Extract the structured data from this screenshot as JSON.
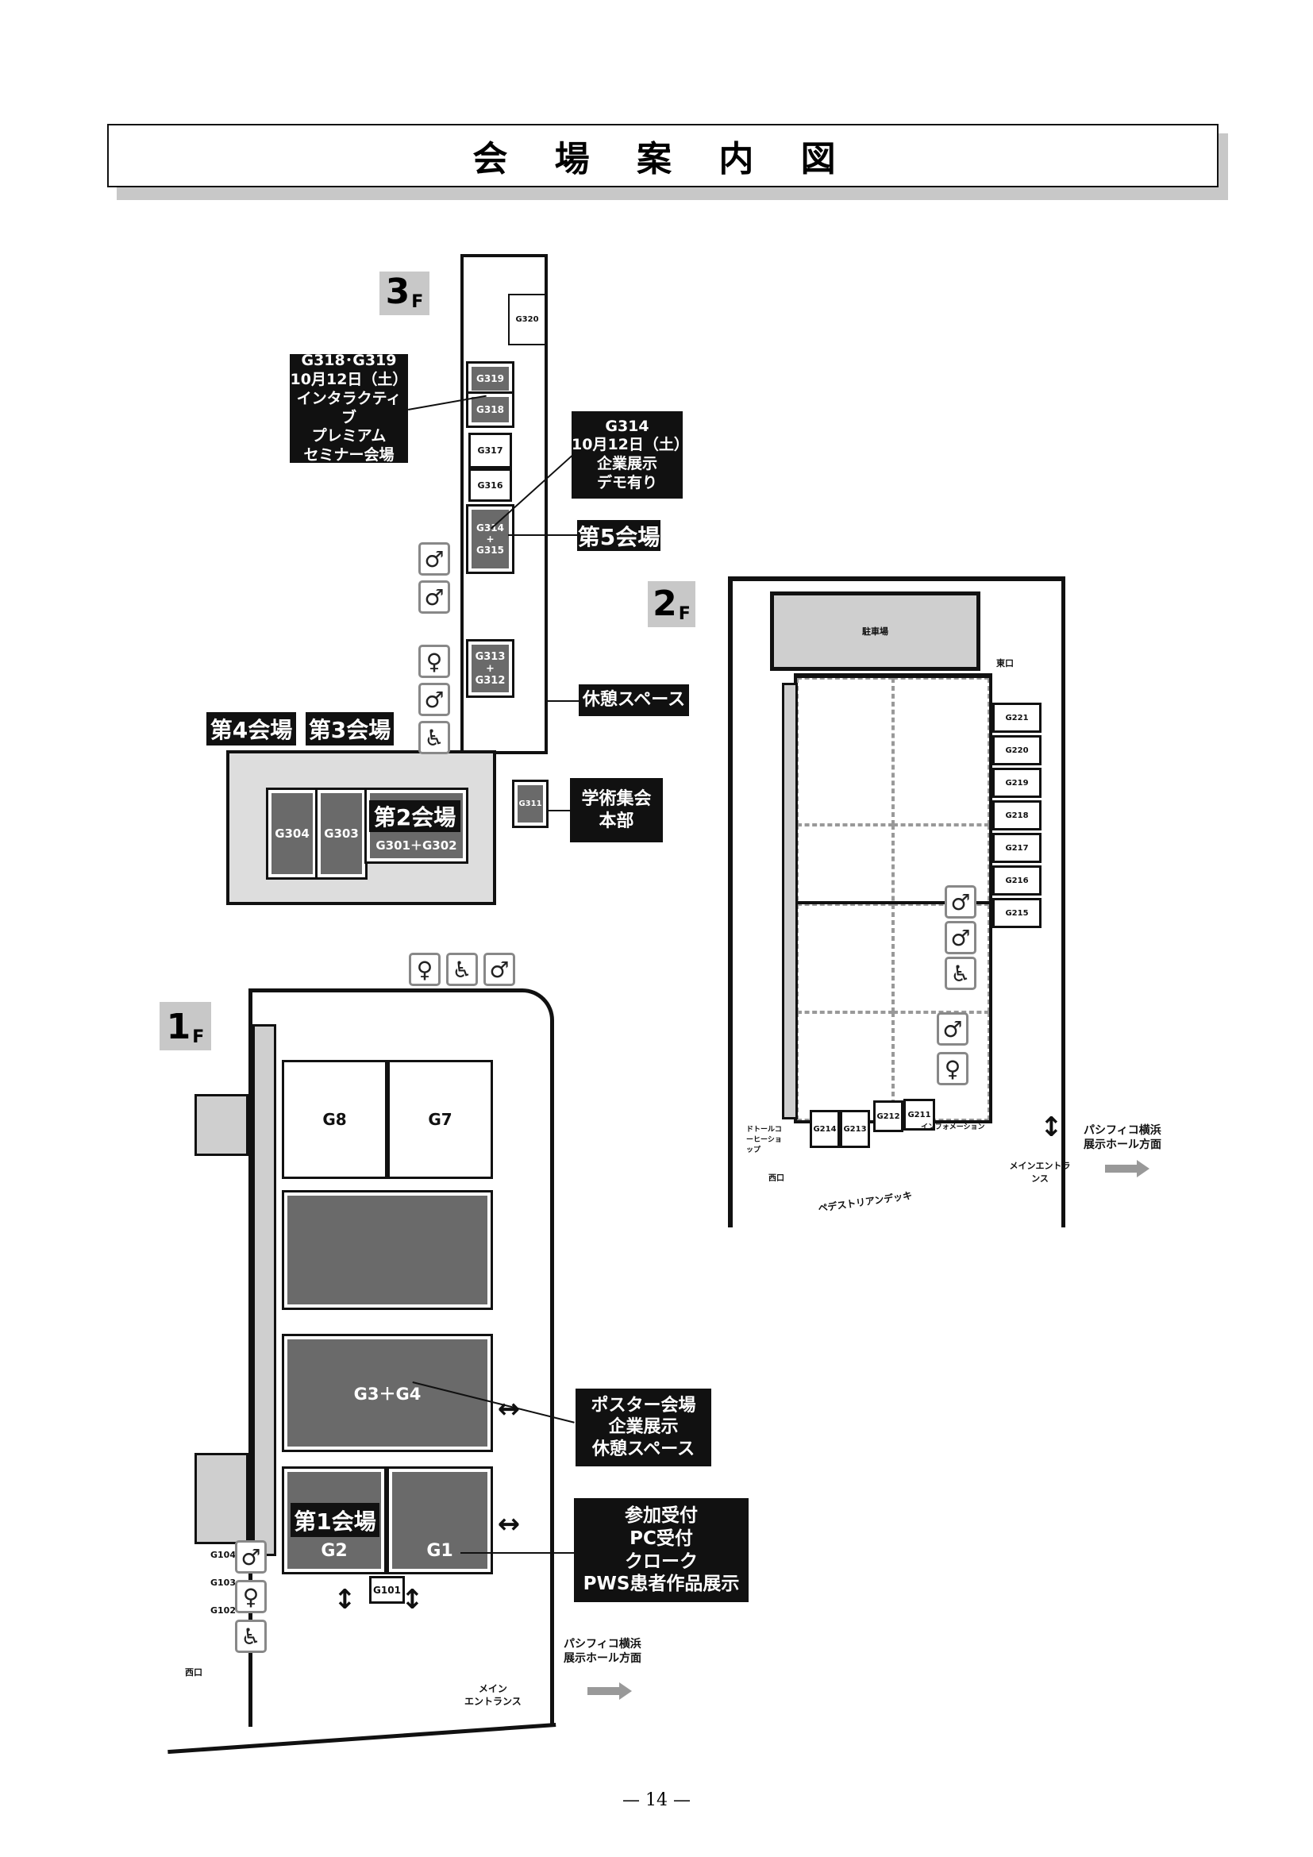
{
  "title": "会 場 案 内 図",
  "page_number": "— 14 —",
  "floor3": {
    "label": "3",
    "suffix": "F",
    "rooms": {
      "g320": "G320",
      "g319": "G319",
      "g318": "G318",
      "g317": "G317",
      "g316": "G316",
      "g314": "G314",
      "plus1": "+",
      "g315": "G315",
      "g313": "G313",
      "plus2": "+",
      "g312": "G312",
      "g311": "G311",
      "g304": "G304",
      "g303": "G303",
      "g301": "G301＋G302"
    },
    "callouts": {
      "g318_319": [
        "G318･G319",
        "10月12日（土）",
        "インタラクティブ",
        "プレミアム",
        "セミナー会場"
      ],
      "g314": [
        "G314",
        "10月12日（土）",
        "企業展示",
        "デモ有り"
      ],
      "hall5": "第5会場",
      "rest": "休憩スペース",
      "hq": [
        "学術集会",
        "本部"
      ],
      "hall4": "第4会場",
      "hall3": "第3会場",
      "hall2": "第2会場"
    }
  },
  "floor2": {
    "label": "2",
    "suffix": "F",
    "parking": "駐車場",
    "east_exit": "東口",
    "rooms": [
      "G221",
      "G220",
      "G219",
      "G218",
      "G217",
      "G216",
      "G215"
    ],
    "bottom_rooms": [
      "G214",
      "G213",
      "G212",
      "G211"
    ],
    "info": "インフォメーション",
    "coffee": "ドトールコーヒーショップ",
    "west_exit": "西口",
    "deck": "ペデストリアンデッキ",
    "main_entrance": "メインエントランス",
    "direction": [
      "パシフィコ横浜",
      "展示ホール方面"
    ]
  },
  "floor1": {
    "label": "1",
    "suffix": "F",
    "rooms": {
      "g8": "G8",
      "g7": "G7",
      "g34": "G3＋G4",
      "g2": "G2",
      "g1": "G1",
      "g101": "G101",
      "g102": "G102",
      "g103": "G103",
      "g104": "G104"
    },
    "hall1": "第1会場",
    "callouts": {
      "poster": [
        "ポスター会場",
        "企業展示",
        "休憩スペース"
      ],
      "reception": [
        "参加受付",
        "PC受付",
        "クローク",
        "PWS患者作品展示"
      ]
    },
    "west_exit": "西口",
    "main_entrance": [
      "メイン",
      "エントランス"
    ],
    "direction": [
      "パシフィコ横浜",
      "展示ホール方面"
    ]
  }
}
